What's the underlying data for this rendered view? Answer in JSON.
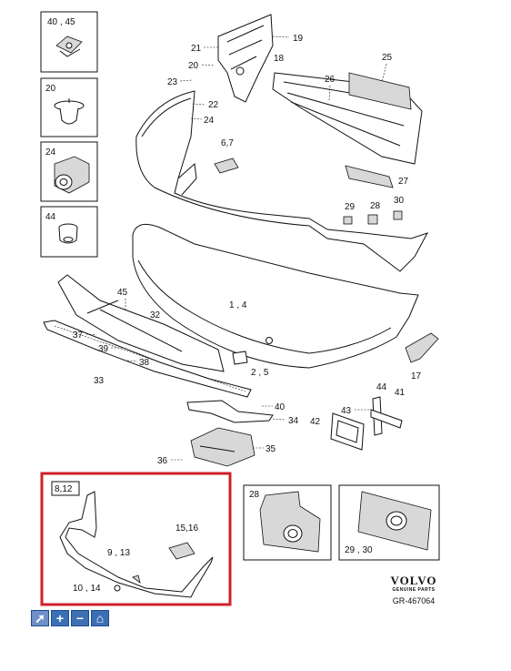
{
  "labels": {
    "inset_40_45": "40 , 45",
    "inset_20": "20",
    "inset_24": "24",
    "inset_44": "44",
    "p21": "21",
    "p19": "19",
    "p18": "18",
    "p20": "20",
    "p25": "25",
    "p26": "26",
    "p23": "23",
    "p22": "22",
    "p24": "24",
    "p6_7": "6,7",
    "p27": "27",
    "p29": "29",
    "p28": "28",
    "p30": "30",
    "p45": "45",
    "p1_4": "1 , 4",
    "p37": "37",
    "p32": "32",
    "p39": "39",
    "p38": "38",
    "p33": "33",
    "p2_5": "2 , 5",
    "p17": "17",
    "p44": "44",
    "p41": "41",
    "p40": "40",
    "p43": "43",
    "p34": "34",
    "p42": "42",
    "p35": "35",
    "p36": "36",
    "box_8_12": "8,12",
    "box_15_16": "15,16",
    "box_9_13": "9 , 13",
    "box_10_14": "10 , 14",
    "box_28": "28",
    "box_29_30": "29 , 30"
  },
  "brand": {
    "name": "VOLVO",
    "tagline": "GENUINE PARTS",
    "code": "GR-467064"
  },
  "toolbar": [
    {
      "icon": "cursor-icon",
      "glyph": "➚"
    },
    {
      "icon": "zoom-in-icon",
      "glyph": "+"
    },
    {
      "icon": "zoom-out-icon",
      "glyph": "−"
    },
    {
      "icon": "home-icon",
      "glyph": "⌂"
    }
  ],
  "colors": {
    "highlight": "#d0202a",
    "toolbar": "#3b6fb6"
  }
}
